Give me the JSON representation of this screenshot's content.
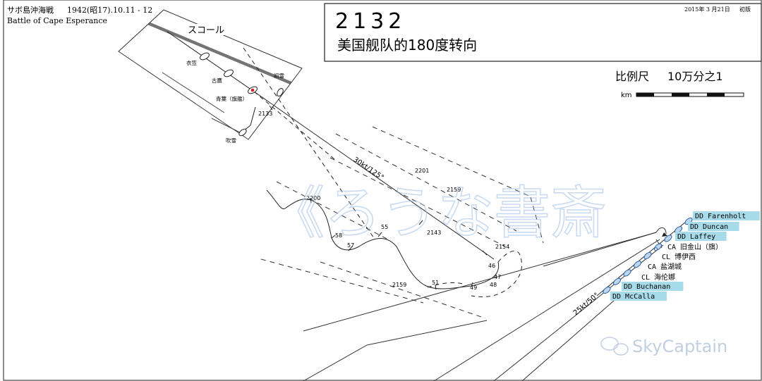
{
  "header": {
    "title_jp": "サボ島沖海戦",
    "date_jp": "1942(昭17).10.11 - 12",
    "title_en": "Battle of Cape Esperance"
  },
  "panel": {
    "time": "2132",
    "subtitle": "美国舰队的180度转向",
    "edition_date": "2015年 3 月21日",
    "edition": "初版",
    "scale_label": "比例尺",
    "scale_value": "10万分之1",
    "scale_unit": "km"
  },
  "squall": {
    "label": "スコール"
  },
  "japanese_ships": [
    {
      "name": "衣笠"
    },
    {
      "name": "古鷹"
    },
    {
      "name": "青葉（旗艦）",
      "flagship": true
    },
    {
      "name": "初雪"
    },
    {
      "name": "吹雪"
    }
  ],
  "us_ships": [
    {
      "type": "DD",
      "name": "Farenholt",
      "highlight": true
    },
    {
      "type": "DD",
      "name": "Duncan",
      "highlight": true
    },
    {
      "type": "DD",
      "name": "Laffey",
      "highlight": true
    },
    {
      "type": "CA",
      "name": "旧金山（旗）",
      "highlight": false
    },
    {
      "type": "CL",
      "name": "博伊西",
      "highlight": false
    },
    {
      "type": "CA",
      "name": "盐湖城",
      "highlight": false
    },
    {
      "type": "CL",
      "name": "海伦娜",
      "highlight": false
    },
    {
      "type": "DD",
      "name": "Buchanan",
      "highlight": true
    },
    {
      "type": "DD",
      "name": "McCalla",
      "highlight": true
    }
  ],
  "course_labels": {
    "japanese": "30kt/125°",
    "us": "25kt/50°"
  },
  "time_marks": [
    "2133",
    "2201",
    "2159",
    "2200",
    "2143",
    "2154",
    "58",
    "57",
    "55",
    "46",
    "47",
    "48",
    "49",
    "51",
    "2159"
  ],
  "watermark": {
    "kana": "《ろうな書斎",
    "logo_text": "SkyCaptain"
  },
  "colors": {
    "highlight": "#a8dbea",
    "ship_fill": "#bcd7ee",
    "ship_stroke": "#2a5fa8",
    "watermark": "#bcd3ee",
    "flag_red": "#d42020"
  }
}
